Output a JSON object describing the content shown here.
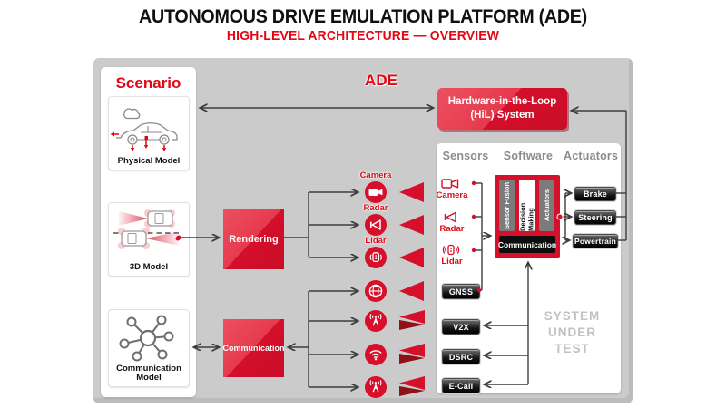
{
  "header": {
    "title": "AUTONOMOUS DRIVE EMULATION PLATFORM (ADE)",
    "subtitle": "HIGH-LEVEL ARCHITECTURE — OVERVIEW"
  },
  "colors": {
    "accent_red": "#E30613",
    "box_red": "#D60F2B",
    "beam_dark_red": "#8E1216",
    "panel_gray": "#CBCBCB",
    "line_gray": "#3C3C3C",
    "header_gray": "#8C8C8C",
    "watermark_gray": "#C2C2C2",
    "pill_black": "#0D0D0D"
  },
  "scenario": {
    "heading": "Scenario",
    "cards": [
      {
        "label": "Physical Model",
        "icon": "car-side-icon"
      },
      {
        "label": "3D Model",
        "icon": "cars-top-view-icon"
      },
      {
        "label": "Communication Model",
        "icon": "network-icon"
      }
    ]
  },
  "ade": {
    "heading": "ADE",
    "rendering_label": "Rendering",
    "communication_label": "Communication",
    "emitters": [
      {
        "label": "Camera",
        "icon": "camera-icon"
      },
      {
        "label": "Radar",
        "icon": "radar-icon"
      },
      {
        "label": "Lidar",
        "icon": "lidar-icon"
      },
      {
        "label": "",
        "icon": "globe-icon"
      },
      {
        "label": "",
        "icon": "antenna-icon"
      },
      {
        "label": "",
        "icon": "wifi-icon"
      },
      {
        "label": "",
        "icon": "antenna-icon"
      }
    ]
  },
  "hil": {
    "label_line1": "Hardware-in-the-Loop",
    "label_line2": "(HiL) System"
  },
  "sut": {
    "column_headers": [
      "Sensors",
      "Software",
      "Actuators"
    ],
    "sensors": [
      {
        "label": "Camera",
        "icon": "camera-outline-icon"
      },
      {
        "label": "Radar",
        "icon": "radar-outline-icon"
      },
      {
        "label": "Lidar",
        "icon": "lidar-outline-icon"
      }
    ],
    "gnss_label": "GNSS",
    "comm_units": [
      "V2X",
      "DSRC",
      "E-Call"
    ],
    "software": {
      "modules_vertical": [
        "Sensor Fusion",
        "Decision Making",
        "Actuators"
      ],
      "module_bottom": "Communication"
    },
    "actuators": [
      "Brake",
      "Steering",
      "Powertrain"
    ],
    "watermark": [
      "SYSTEM",
      "UNDER",
      "TEST"
    ]
  }
}
